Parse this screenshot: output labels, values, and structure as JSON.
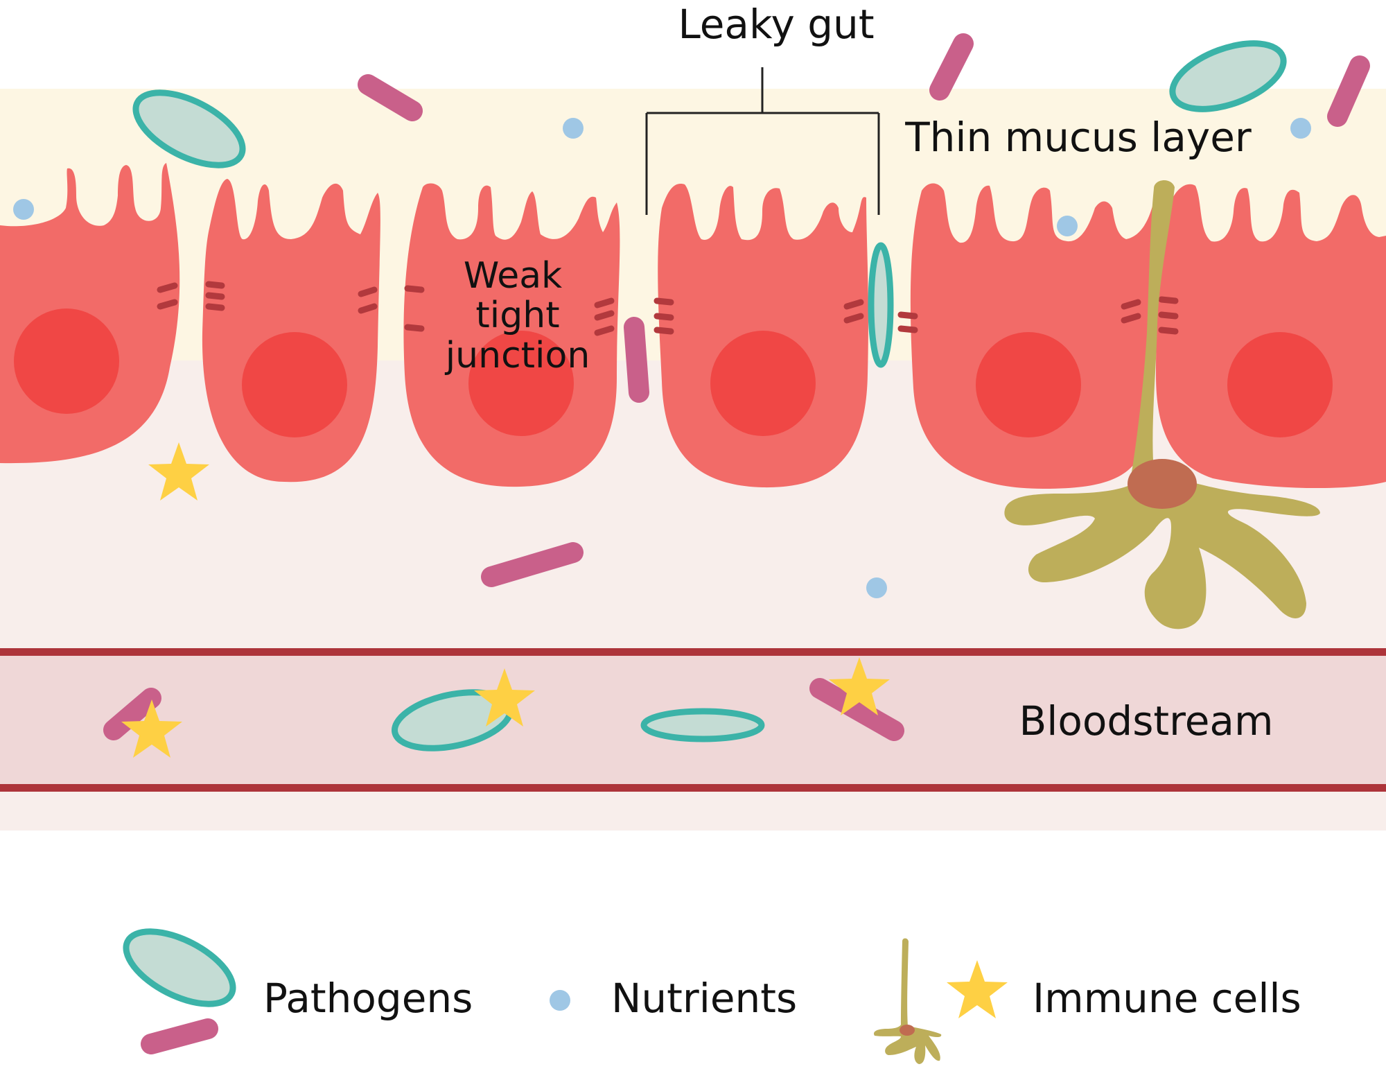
{
  "labels": {
    "leaky_gut": "Leaky gut",
    "thin_mucus": "Thin mucus layer",
    "weak_junction_1": "Weak",
    "weak_junction_2": "tight",
    "weak_junction_3": "junction",
    "bloodstream": "Bloodstream"
  },
  "legend": {
    "pathogens": "Pathogens",
    "nutrients": "Nutrients",
    "immune_cells": "Immune cells"
  },
  "colors": {
    "mucus": "#fdf6e3",
    "tissue": "#f8eeeb",
    "cell": "#f26b68",
    "nucleus": "#f04745",
    "junction": "#b2393d",
    "blood_band": "#efd7d7",
    "vessel_wall": "#ad343a",
    "pathogen_oval_fill": "#c4dcd4",
    "pathogen_oval_stroke": "#3bb3a8",
    "pathogen_rod": "#c9608a",
    "nutrient": "#9fc7e5",
    "immune_star": "#fed044",
    "immune_cell": "#bdae5a",
    "immune_nucleus": "#c06c51"
  }
}
